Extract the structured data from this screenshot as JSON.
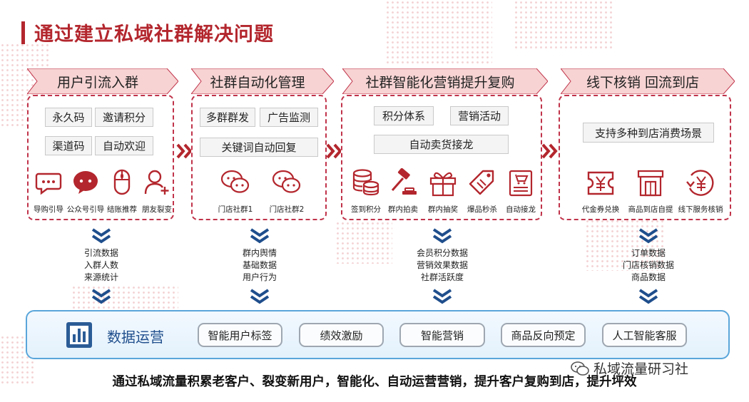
{
  "title": "通过建立私域社群解决问题",
  "stages": [
    {
      "header": "用户引流入群",
      "tags": [
        "永久码",
        "邀请积分",
        "渠道码",
        "自动欢迎"
      ],
      "icons": [
        {
          "icon": "chat-bubble-icon",
          "label": "导购引导"
        },
        {
          "icon": "wechat-icon",
          "label": "公众号引导"
        },
        {
          "icon": "mouse-icon",
          "label": "结账推荐"
        },
        {
          "icon": "add-user-icon",
          "label": "朋友裂变"
        }
      ],
      "data": [
        "引流数据",
        "入群人数",
        "来源统计"
      ]
    },
    {
      "header": "社群自动化管理",
      "tags": [
        "多群群发",
        "广告监测",
        "关键词自动回复"
      ],
      "icons": [
        {
          "icon": "wechat-chat-icon",
          "label": "门店社群1"
        },
        {
          "icon": "wechat-chat-icon",
          "label": "门店社群2"
        }
      ],
      "data": [
        "群内舆情",
        "基础数据",
        "用户行为"
      ]
    },
    {
      "header": "社群智能化营销提升复购",
      "tags": [
        "积分体系",
        "营销活动",
        "自动卖货接龙"
      ],
      "icons": [
        {
          "icon": "coins-icon",
          "label": "签到积分"
        },
        {
          "icon": "gavel-icon",
          "label": "群内拍卖"
        },
        {
          "icon": "gift-icon",
          "label": "群内抽奖"
        },
        {
          "icon": "price-tag-icon",
          "label": "爆品秒杀"
        },
        {
          "icon": "shop-list-icon",
          "label": "自动接龙"
        }
      ],
      "data": [
        "会员积分数据",
        "营销效果数据",
        "社群活跃度"
      ]
    },
    {
      "header": "线下核销 回流到店",
      "tags": [
        "支持多种到店消费场景"
      ],
      "icons": [
        {
          "icon": "yuan-voucher-icon",
          "label": "代金券兑换"
        },
        {
          "icon": "store-icon",
          "label": "商品到店自提"
        },
        {
          "icon": "yuan-exchange-icon",
          "label": "线下服务核销"
        }
      ],
      "data": [
        "订单数据",
        "门店核销数据",
        "商品数据"
      ]
    }
  ],
  "ops": {
    "title": "数据运营",
    "pills": [
      "智能用户标签",
      "绩效激励",
      "智能营销",
      "商品反向预定",
      "人工智能客服"
    ]
  },
  "summary": "通过私域流量积累老客户、裂变新用户，智能化、自动运营营销，提升客户复购到店，提升坪效",
  "watermark": "私域流量研习社",
  "colors": {
    "accent": "#b3262d",
    "header_fill": "#f7d3d3",
    "ops_border": "#5aa6da",
    "chevron": "#1f4e8c"
  }
}
